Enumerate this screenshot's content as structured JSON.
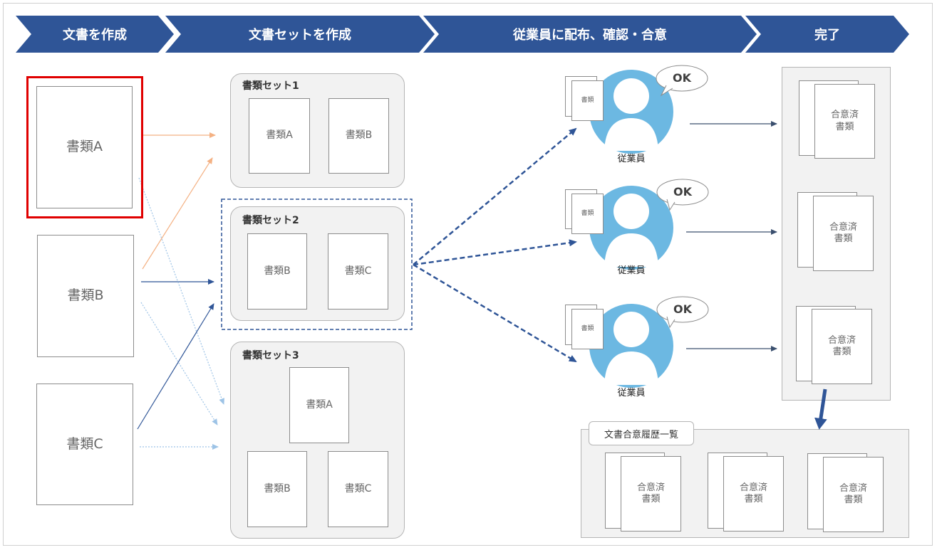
{
  "steps": [
    "文書を作成",
    "文書セットを作成",
    "従業員に配布、確認・合意",
    "完了"
  ],
  "docs": {
    "a": "書類A",
    "b": "書類B",
    "c": "書類C"
  },
  "sets": [
    {
      "title": "書類セット1",
      "docs": [
        "書類A",
        "書類B"
      ]
    },
    {
      "title": "書類セット2",
      "docs": [
        "書類B",
        "書類C"
      ]
    },
    {
      "title": "書類セット3",
      "docs": [
        "書類A",
        "書類B",
        "書類C"
      ]
    }
  ],
  "employees": [
    {
      "label": "従業員",
      "doc": "書類",
      "bubble": "OK"
    },
    {
      "label": "従業員",
      "doc": "書類",
      "bubble": "OK"
    },
    {
      "label": "従業員",
      "doc": "書類",
      "bubble": "OK"
    }
  ],
  "agreed_doc_label": "合意済\n書類",
  "history_title": "文書合意履歴一覧",
  "colors": {
    "chevron": "#2f5597",
    "selection": "#e00000",
    "person": "#6cb8e2",
    "arrow_dark": "#2f5597",
    "arrow_orange": "#f4b183",
    "arrow_light": "#9dc3e6",
    "panel": "#f2f2f2"
  }
}
